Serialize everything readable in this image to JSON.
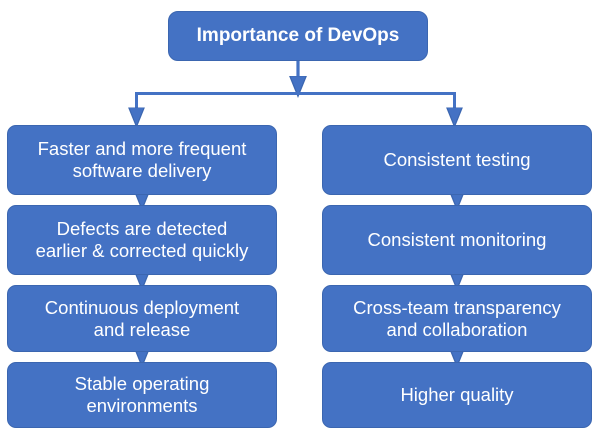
{
  "diagram": {
    "title_node": {
      "label": "Importance of DevOps",
      "shape": "rounded-rectangle"
    },
    "colors": {
      "node_fill": "#4472C4",
      "node_border": "#3B66B0",
      "node_text": "#FFFFFF",
      "connector": "#4472C4",
      "connector_stroke": "#3B66B0",
      "background": "#FFFFFF"
    },
    "columns": [
      {
        "name": "left-branch",
        "nodes": [
          {
            "label": "Faster and more frequent\nsoftware delivery"
          },
          {
            "label": "Defects are detected\nearlier & corrected quickly"
          },
          {
            "label": "Continuous deployment\nand release"
          },
          {
            "label": "Stable operating\nenvironments"
          }
        ]
      },
      {
        "name": "right-branch",
        "nodes": [
          {
            "label": "Consistent testing"
          },
          {
            "label": "Consistent monitoring"
          },
          {
            "label": "Cross-team transparency\nand collaboration"
          },
          {
            "label": "Higher quality"
          }
        ]
      }
    ],
    "connectors": {
      "root_split": "arrow from title down to horizontal split bar, branching left and right",
      "chain": "downward arrow between each stacked node in both columns"
    }
  }
}
